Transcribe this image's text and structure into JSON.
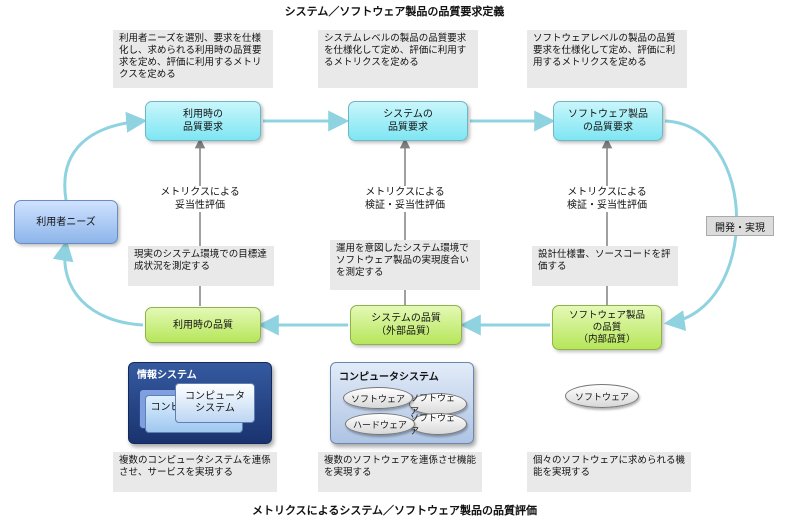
{
  "title_top": "システム／ソフトウェア製品の品質要求定義",
  "title_bottom": "メトリクスによるシステム／ソフトウェア製品の品質評価",
  "top_notes": [
    "利用者ニーズを選別、要求を仕様化し、求められる利用時の品質要求を定め、評価に利用するメトリクスを定める",
    "システムレベルの製品の品質要求を仕様化して定め、評価に利用するメトリクスを定める",
    "ソフトウェアレベルの製品の品質要求を仕様化して定め、評価に利用するメトリクスを定める"
  ],
  "requirements": [
    {
      "line1": "利用時の",
      "line2": "品質要求"
    },
    {
      "line1": "システムの",
      "line2": "品質要求"
    },
    {
      "line1": "ソフトウェア製品",
      "line2": "の品質要求"
    }
  ],
  "user_needs": "利用者ニーズ",
  "dev_label": "開発・実現",
  "evaluations": [
    {
      "line1": "メトリクスによる",
      "line2": "妥当性評価"
    },
    {
      "line1": "メトリクスによる",
      "line2": "検証・妥当性評価"
    },
    {
      "line1": "メトリクスによる",
      "line2": "検証・妥当性評価"
    }
  ],
  "mid_notes": [
    "現実のシステム環境での目標達成状況を測定する",
    "運用を意図したシステム環境でソフトウェア製品の実現度合いを測定する",
    "設計仕様書、ソースコードを評価する"
  ],
  "qualities": [
    {
      "line1": "利用時の品質",
      "line2": ""
    },
    {
      "line1": "システムの品質",
      "line2": "（外部品質）"
    },
    {
      "line1": "ソフトウェア製品",
      "line2": "の品質",
      "line3": "（内部品質）"
    }
  ],
  "info_system": {
    "label": "情報システム",
    "back_box": "コンピュータシステム",
    "front_box": "コンピュータシステム"
  },
  "computer_system": {
    "label": "コンピュータシステム",
    "pill_software": "ソフトウェア",
    "pill_back": "ソフトウェア",
    "pill_hardware": "ハードウェア",
    "pill_software2": "ソフトウェア"
  },
  "software_pill": "ソフトウェア",
  "bottom_notes": [
    "複数のコンピュータシステムを連係させ、サービスを実現する",
    "複数のソフトウェアを連係させ機能を実現する",
    "個々のソフトウェアに求められる機能を実現する"
  ],
  "colors": {
    "arrow": "#8fd3e0",
    "requirement_fill": "#7ee6f3",
    "quality_fill": "#b6e65a",
    "user_needs_fill": "#9fc7ef",
    "info_system_fill": "#1a336f"
  }
}
